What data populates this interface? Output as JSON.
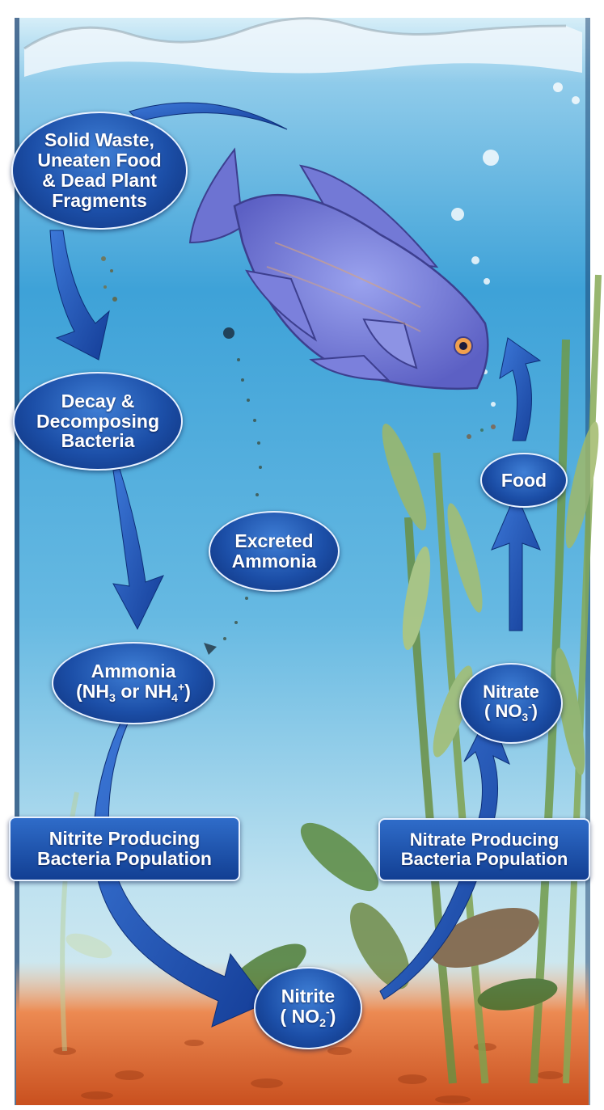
{
  "nodes": {
    "solid_waste": [
      "Solid Waste,",
      "Uneaten Food",
      "& Dead Plant",
      "Fragments"
    ],
    "decay": [
      "Decay &",
      "Decomposing",
      "Bacteria"
    ],
    "excreted_ammonia": [
      "Excreted",
      "Ammonia"
    ],
    "ammonia": {
      "line1": "Ammonia",
      "open": "(NH",
      "sub1": "3",
      "mid": " or NH",
      "sub2": "4",
      "sup2": "+",
      "close": ")"
    },
    "nitrite_bacteria": [
      "Nitrite Producing",
      "Bacteria Population"
    ],
    "nitrite": {
      "line1": "Nitrite",
      "open": "( NO",
      "sub": "2",
      "sup": "-",
      "close": ")"
    },
    "nitrate_bacteria": [
      "Nitrate Producing",
      "Bacteria Population"
    ],
    "nitrate": {
      "line1": "Nitrate",
      "open": "( NO",
      "sub": "3",
      "sup": "-",
      "close": ")"
    },
    "food": "Food"
  },
  "colors": {
    "water_top": "#a9d8f0",
    "water_mid": "#3ea2d8",
    "water_bottom": "#d9eef5",
    "gravel": "#e0703a",
    "node_fill": "#1c4fa8",
    "arrow": "#1d4fb0",
    "fish": "#7179d8"
  }
}
